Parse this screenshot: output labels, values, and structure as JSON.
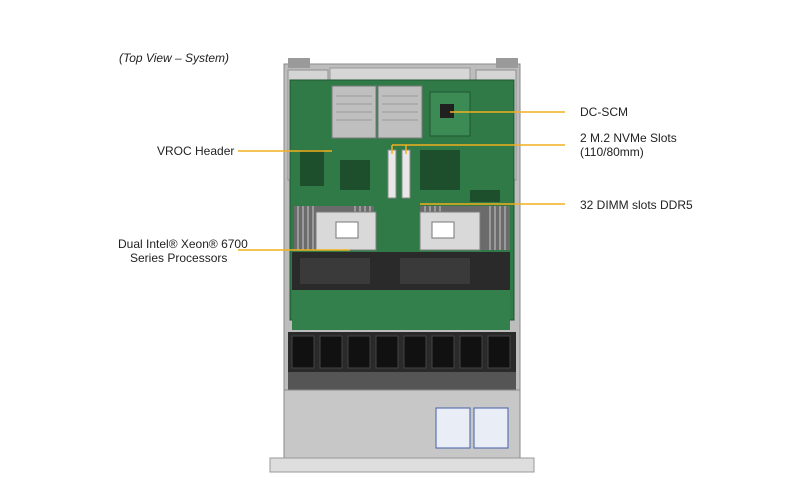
{
  "caption": "(Top View – System)",
  "callouts": {
    "dc_scm": "DC-SCM",
    "vroc_header": "VROC Header",
    "nvme_line1": "2 M.2 NVMe Slots",
    "nvme_line2": "(110/80mm)",
    "dimm": "32 DIMM slots DDR5",
    "cpu_line1": "Dual Intel® Xeon® 6700",
    "cpu_line2": "Series Processors"
  },
  "colors": {
    "leader_line": "#f2b01e",
    "pcb": "#2f7a46",
    "chassis": "#c9c9c9",
    "fan": "#1e1e1e"
  },
  "icons": {
    "fan": "fan-icon",
    "heatsink": "heatsink-icon"
  }
}
